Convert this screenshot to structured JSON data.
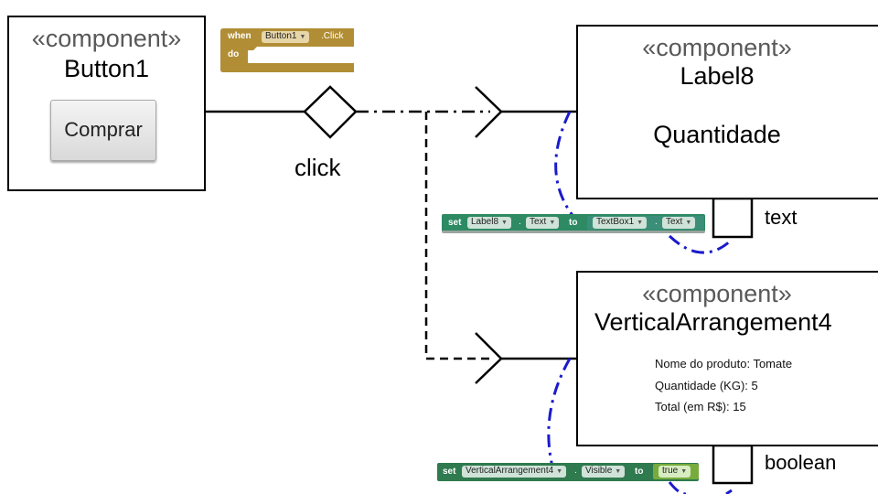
{
  "button1_component": {
    "stereotype": "«component»",
    "name": "Button1",
    "button_label": "Comprar"
  },
  "label8_component": {
    "stereotype": "«component»",
    "name": "Label8",
    "value": "Quantidade"
  },
  "vertical_component": {
    "stereotype": "«component»",
    "name": "VerticalArrangement4",
    "lines": [
      "Nome do produto:  Tomate",
      "Quantidade (KG):  5",
      "Total (em R$): 15"
    ]
  },
  "event_label": "click",
  "port_labels": {
    "text": "text",
    "boolean": "boolean"
  },
  "when_block": {
    "when": "when",
    "component": "Button1",
    "event": ".Click",
    "do": "do",
    "color": "#b18e35"
  },
  "set_label_block": {
    "set": "set",
    "component": "Label8",
    "dot": ".",
    "property": "Text",
    "to": "to",
    "source_component": "TextBox1",
    "source_property": "Text",
    "color": "#2d8a63"
  },
  "set_vertical_block": {
    "set": "set",
    "component": "VerticalArrangement4",
    "dot": ".",
    "property": "Visible",
    "to": "to",
    "value": "true",
    "color": "#2f7a4e",
    "value_color": "#77ab3b"
  }
}
